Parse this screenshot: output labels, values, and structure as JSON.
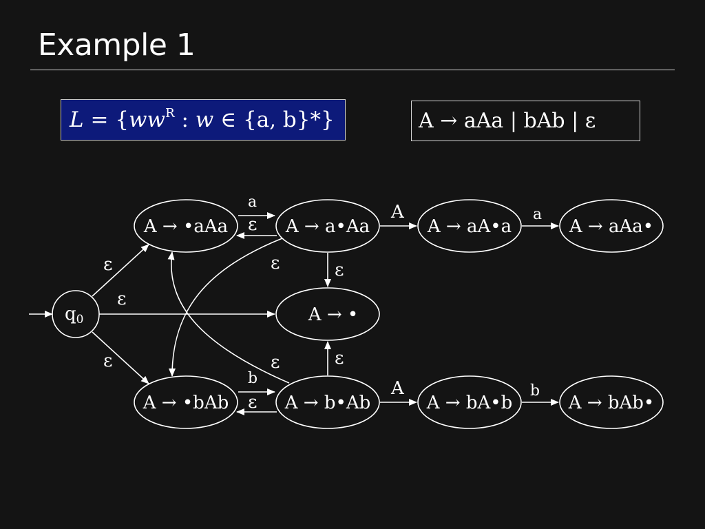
{
  "slide": {
    "title": "Example 1"
  },
  "language_box": {
    "parts": [
      "L",
      " = {",
      "ww",
      "R",
      " : ",
      "w",
      " ∈ {a, b}*}"
    ]
  },
  "grammar_box": {
    "text": "A → aAa | bAb | ε"
  },
  "colors": {
    "background": "#141414",
    "language_box_fill": "#0d1a7a",
    "stroke": "#ffffff"
  },
  "diagram": {
    "start_state": {
      "label": "q",
      "subscript": "0"
    },
    "states": {
      "s_aAa_0": "A → •aAa",
      "s_aAa_1": "A → a•Aa",
      "s_aAa_2": "A → aA•a",
      "s_aAa_3": "A → aAa•",
      "s_eps": "A → •",
      "s_bAb_0": "A → •bAb",
      "s_bAb_1": "A → b•Ab",
      "s_bAb_2": "A → bA•b",
      "s_bAb_3": "A → bAb•"
    },
    "edge_labels": {
      "q0_to_aAa0": "ε",
      "q0_to_eps": "ε",
      "q0_to_bAb0": "ε",
      "aAa0_to_aAa1": "a",
      "aAa1_to_aAa0": "ε",
      "aAa1_to_aAa2": "A",
      "aAa2_to_aAa3": "a",
      "aAa1_to_eps": "ε",
      "aAa1_to_bAb0": "ε",
      "bAb0_to_bAb1": "b",
      "bAb1_to_bAb0": "ε",
      "bAb1_to_bAb2": "A",
      "bAb2_to_bAb3": "b",
      "bAb1_to_eps": "ε",
      "bAb1_to_aAa0": "ε"
    }
  }
}
